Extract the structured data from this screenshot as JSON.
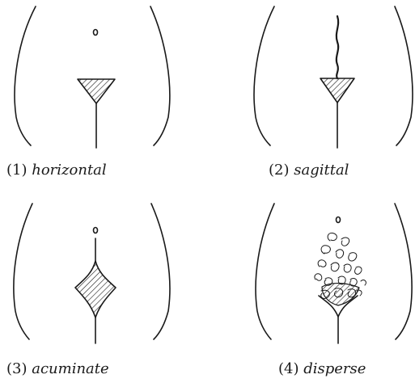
{
  "panels": [
    {
      "number": "(1)",
      "label": "horizontal"
    },
    {
      "number": "(2)",
      "label": "sagittal"
    },
    {
      "number": "(3)",
      "label": "acuminate"
    },
    {
      "number": "(4)",
      "label": "disperse"
    }
  ],
  "colors": {
    "ink": "#1a1a1a",
    "background": "#ffffff"
  }
}
